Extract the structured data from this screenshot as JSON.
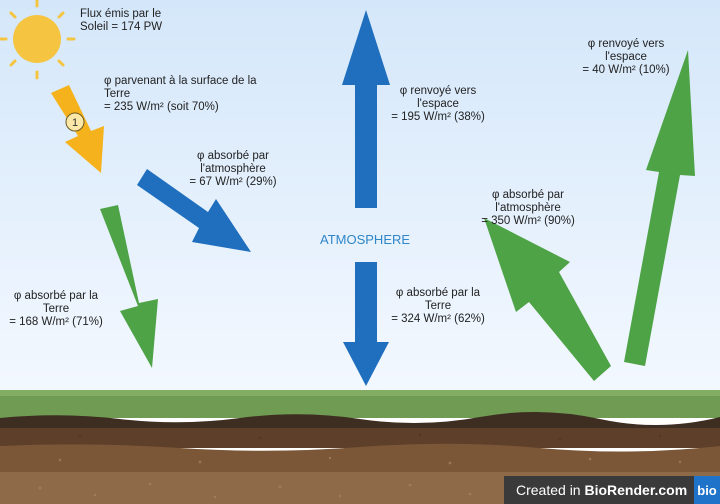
{
  "labels": {
    "sun_flux": [
      "Flux émis par le",
      "Soleil = 174 PW"
    ],
    "surface_reach": [
      "φ parvenant à la surface de la",
      "Terre",
      "= 235 W/m² (soit 70%)"
    ],
    "atmo_absorbed_sw": [
      "φ absorbé par",
      "l'atmosphère",
      "= 67 W/m² (29%)"
    ],
    "space_reflected_atmo": [
      "φ renvoyé vers",
      "l'espace",
      "= 195 W/m² (38%)"
    ],
    "space_reflected_earth": [
      "φ renvoyé vers",
      "l'espace",
      "= 40 W/m² (10%)"
    ],
    "earth_absorbed_sw": [
      "φ absorbé par la",
      "Terre",
      "= 168 W/m² (71%)"
    ],
    "atmo_absorbed_lw": [
      "φ absorbé par",
      "l'atmosphère",
      "= 350 W/m² (90%)"
    ],
    "earth_absorbed_atmo": [
      "φ absorbé par la",
      "Terre",
      "= 324 W/m² (62%)"
    ],
    "atmosphere": "ATMOSPHERE",
    "step_number": "1"
  },
  "credit": {
    "prefix": "Created in ",
    "brand": "BioRender.com",
    "logo": "bio"
  },
  "colors": {
    "sky_top": "#d6e8fa",
    "sky_bottom": "#f2f8ff",
    "sun": "#f5c542",
    "sun_arrow": "#f6b21c",
    "green_arrow": "#4ea347",
    "blue_arrow": "#1f6fbe",
    "grass": "#6c9a50",
    "soil_dark": "#3f2e22",
    "soil_mid": "#6b4a32",
    "soil_light": "#8d6847"
  }
}
